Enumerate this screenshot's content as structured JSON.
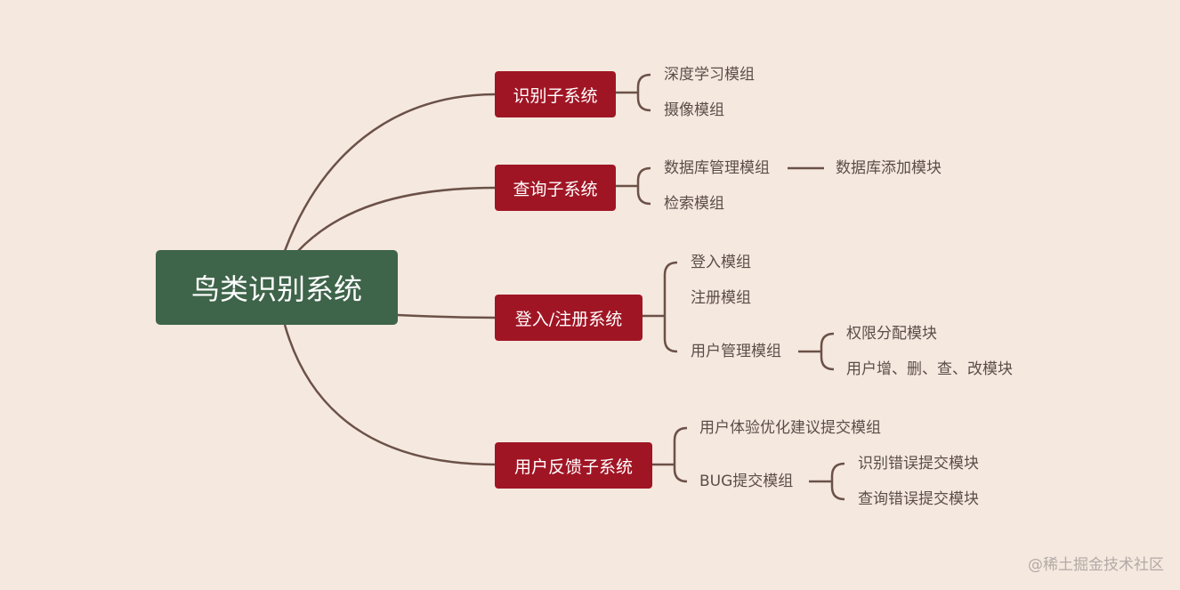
{
  "diagram": {
    "root": {
      "label": "鸟类识别系统"
    },
    "branches": [
      {
        "label": "识别子系统",
        "children": [
          {
            "label": "深度学习模组"
          },
          {
            "label": "摄像模组"
          }
        ]
      },
      {
        "label": "查询子系统",
        "children": [
          {
            "label": "数据库管理模组",
            "children": [
              {
                "label": "数据库添加模块"
              }
            ]
          },
          {
            "label": "检索模组"
          }
        ]
      },
      {
        "label": "登入/注册系统",
        "children": [
          {
            "label": "登入模组"
          },
          {
            "label": "注册模组"
          },
          {
            "label": "用户管理模组",
            "children": [
              {
                "label": "权限分配模块"
              },
              {
                "label": "用户增、删、查、改模块"
              }
            ]
          }
        ]
      },
      {
        "label": "用户反馈子系统",
        "children": [
          {
            "label": "用户体验优化建议提交模组"
          },
          {
            "label": "BUG提交模组",
            "children": [
              {
                "label": "识别错误提交模块"
              },
              {
                "label": "查询错误提交模块"
              }
            ]
          }
        ]
      }
    ],
    "line_color": "#6b5147",
    "root_color": "#3e644a",
    "branch_color": "#a01524",
    "text_color": "#5b4d48",
    "background": "#f5e8df"
  },
  "watermark": "@稀土掘金技术社区"
}
